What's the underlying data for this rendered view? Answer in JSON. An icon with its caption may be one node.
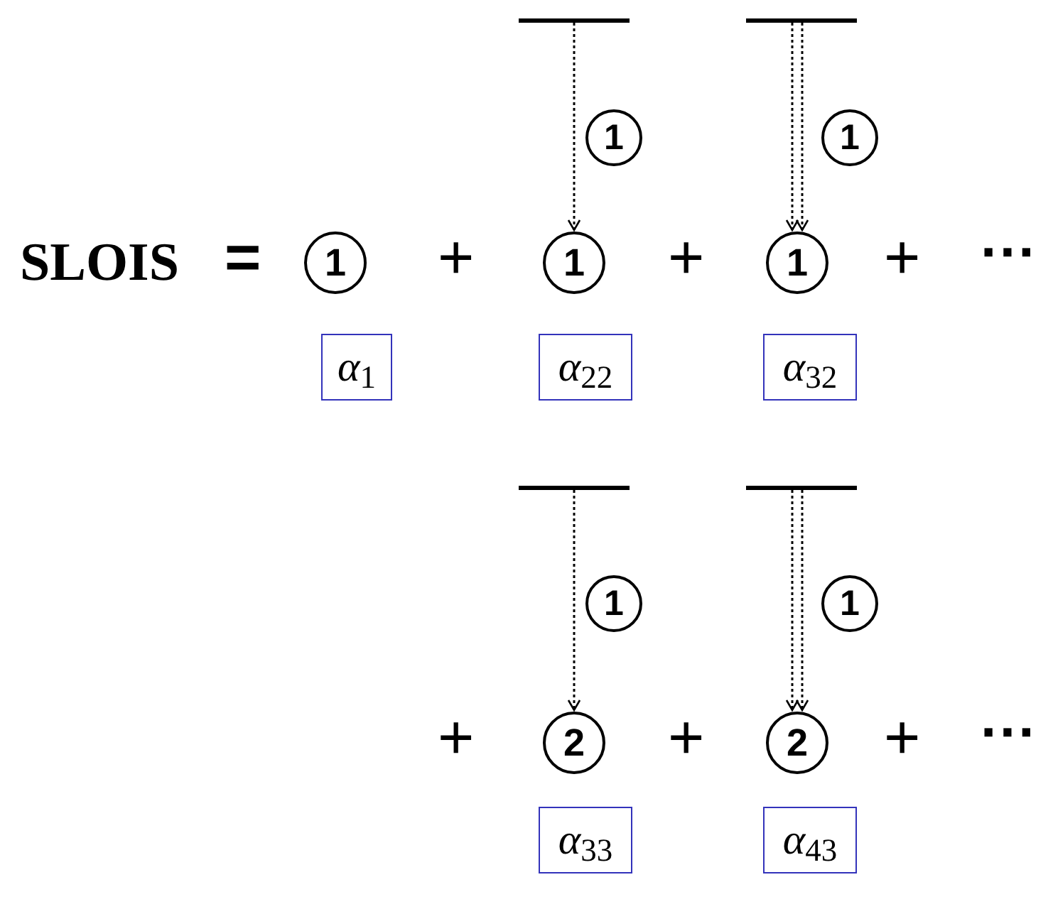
{
  "diagram": {
    "nodes": [
      {
        "text": [],
        "shape": "bar"
      },
      {
        "text": [],
        "shape": "bar"
      },
      {
        "text": [
          "1"
        ]
      },
      {
        "text": [
          "1"
        ]
      },
      {
        "text": [
          "1"
        ]
      },
      {
        "text": [
          "1"
        ]
      },
      {
        "text": [
          "1"
        ]
      },
      {
        "text": [
          "*α*$_{1}$"
        ]
      },
      {
        "text": [
          "*α*$_{22}$"
        ]
      },
      {
        "text": [
          "*α*$_{32}$"
        ]
      },
      {
        "text": [],
        "shape": "bar"
      },
      {
        "text": [],
        "shape": "bar"
      },
      {
        "text": [
          "1"
        ]
      },
      {
        "text": [
          "2"
        ]
      },
      {
        "text": [
          "1"
        ]
      },
      {
        "text": [
          "2"
        ]
      },
      {
        "text": [
          "*α*$_{33}$"
        ]
      },
      {
        "text": [
          "*α*$_{43}$"
        ]
      }
    ],
    "edges": [
      {
        "from": 0,
        "to": 4,
        "arrow": "to",
        "style": "dashed"
      },
      {
        "from": 1,
        "to": 6,
        "arrow": "to",
        "style": "dashed"
      },
      {
        "from": 1,
        "to": 6,
        "arrow": "to",
        "style": "dashed"
      },
      {
        "from": 10,
        "to": 13,
        "arrow": "to",
        "style": "dashed"
      },
      {
        "from": 11,
        "to": 15,
        "arrow": "to",
        "style": "dashed"
      },
      {
        "from": 11,
        "to": 15,
        "arrow": "to",
        "style": "dashed"
      }
    ],
    "labels": [
      "SLOIS",
      "=",
      "+",
      "+",
      "+",
      "···",
      "+",
      "+",
      "+",
      "···"
    ]
  }
}
